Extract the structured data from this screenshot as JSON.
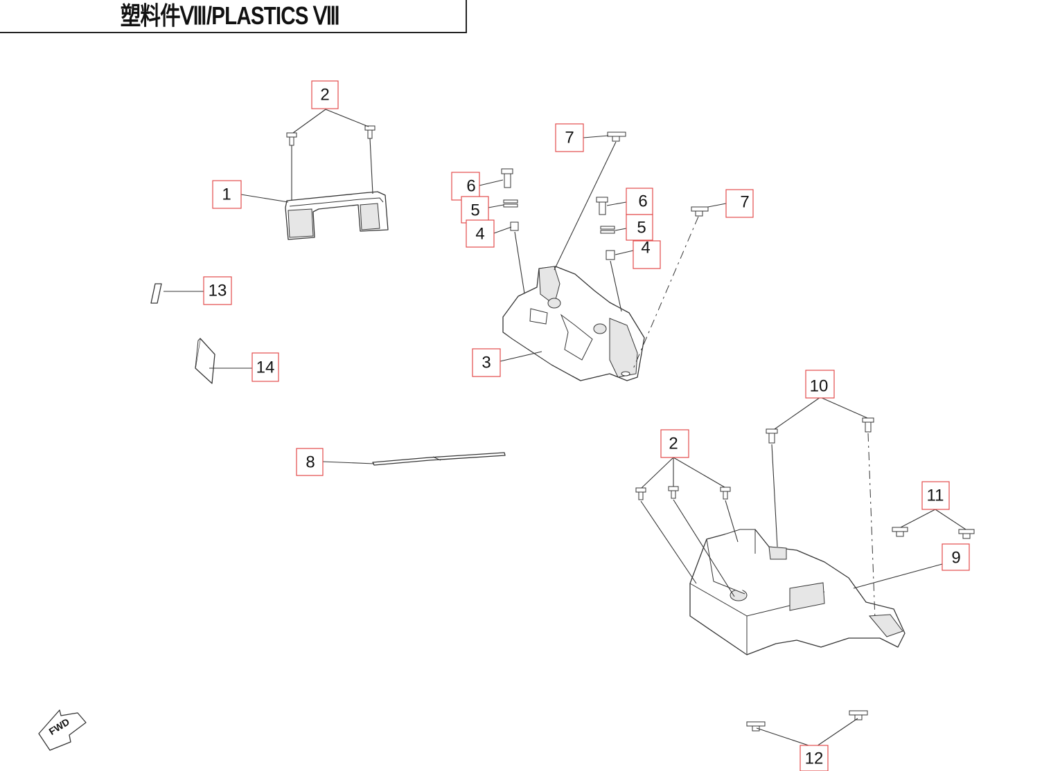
{
  "title": "塑料件Ⅷ/PLASTICS Ⅷ",
  "callouts": [
    {
      "id": "c2a",
      "label": "2"
    },
    {
      "id": "c1",
      "label": "1"
    },
    {
      "id": "c13",
      "label": "13"
    },
    {
      "id": "c14",
      "label": "14"
    },
    {
      "id": "c7a",
      "label": "7"
    },
    {
      "id": "c6a",
      "label": "6"
    },
    {
      "id": "c5a",
      "label": "5"
    },
    {
      "id": "c4a",
      "label": "4"
    },
    {
      "id": "c6b",
      "label": "6"
    },
    {
      "id": "c5b",
      "label": "5"
    },
    {
      "id": "c4b",
      "label": "4"
    },
    {
      "id": "c7b",
      "label": "7"
    },
    {
      "id": "c3",
      "label": "3"
    },
    {
      "id": "c8",
      "label": "8"
    },
    {
      "id": "c10",
      "label": "10"
    },
    {
      "id": "c2b",
      "label": "2"
    },
    {
      "id": "c11",
      "label": "11"
    },
    {
      "id": "c9",
      "label": "9"
    },
    {
      "id": "c12",
      "label": "12"
    }
  ],
  "fwd_label": "FWD"
}
